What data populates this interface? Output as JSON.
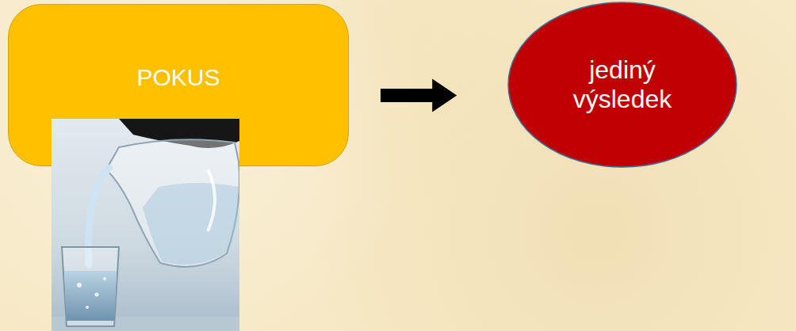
{
  "diagram": {
    "nodes": [
      {
        "text": [
          "POKUS"
        ]
      },
      {
        "text": [
          "jediný výsledek"
        ]
      }
    ],
    "edges": [
      {
        "from": 0,
        "to": 1,
        "arrow": "to"
      }
    ]
  }
}
